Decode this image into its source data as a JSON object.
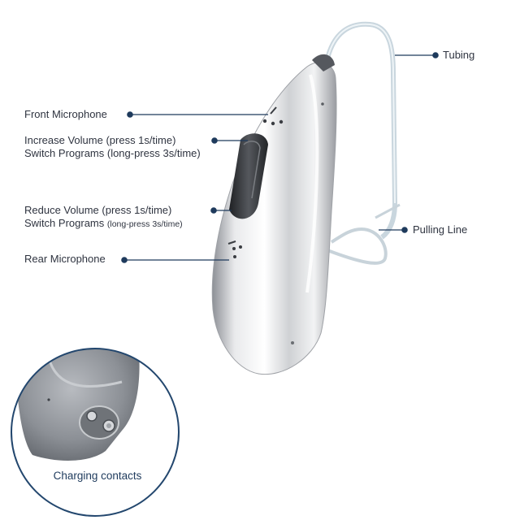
{
  "labels": {
    "tubing": "Tubing",
    "front_microphone": "Front Microphone",
    "increase_line1": "Increase Volume (press 1s/time)",
    "increase_line2": "Switch Programs (long-press 3s/time)",
    "reduce_line1": "Reduce Volume (press 1s/time)",
    "reduce_line2_main": "Switch Programs ",
    "reduce_line2_small": "(long-press 3s/time)",
    "pulling_line": "Pulling Line",
    "rear_microphone": "Rear Microphone",
    "charging_contacts": "Charging contacts"
  },
  "colors": {
    "leader": "#1e3a5c",
    "label_text": "#2f3440",
    "circle_border": "#23476e",
    "device_silver": "#d9dbde"
  }
}
